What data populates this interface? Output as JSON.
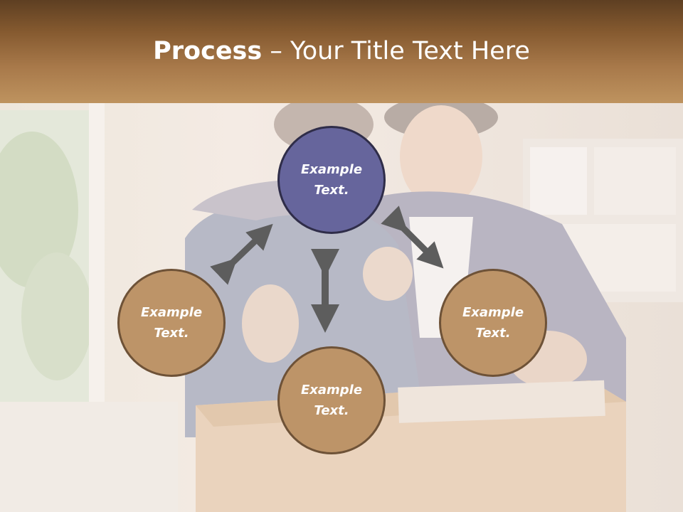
{
  "slide": {
    "title_bold": "Process",
    "title_rest": " – Your Title Text Here"
  },
  "circles": [
    {
      "label": "Example Text."
    },
    {
      "label": "Example Text."
    },
    {
      "label": "Example Text."
    },
    {
      "label": "Example Text."
    }
  ],
  "colors": {
    "header_top": "#5e3f22",
    "header_bottom": "#be935f",
    "circle_top": "#66659c",
    "circle_tan": "#bd9468",
    "arrow": "#5d5d5d"
  },
  "photo": {
    "subject": "smiling couple leaning on cardboard moving box"
  }
}
